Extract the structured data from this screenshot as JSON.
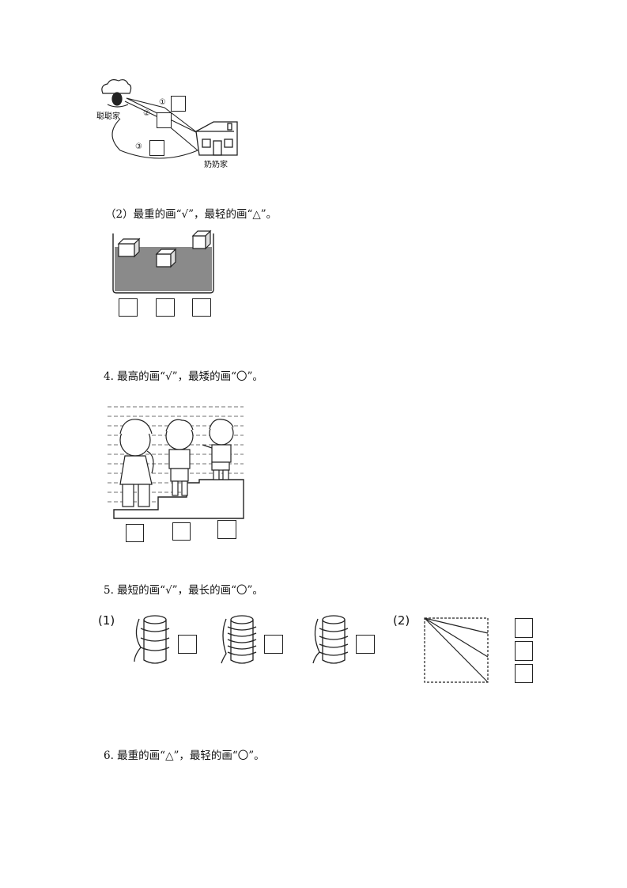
{
  "route_figure": {
    "left_home_label": "聪聪家",
    "right_home_label": "奶奶家",
    "routes": [
      "①",
      "②",
      "③"
    ]
  },
  "q3_part2": {
    "text": "（2）最重的画“√”，最轻的画“△”。"
  },
  "q4": {
    "text": "4. 最高的画“√”，最矮的画“〇”。"
  },
  "q5": {
    "text": "5. 最短的画“√”，最长的画“〇”。",
    "part1_label": "(1)",
    "part2_label": "(2)"
  },
  "q6": {
    "text": "6. 最重的画“△”，最轻的画“〇”。"
  }
}
